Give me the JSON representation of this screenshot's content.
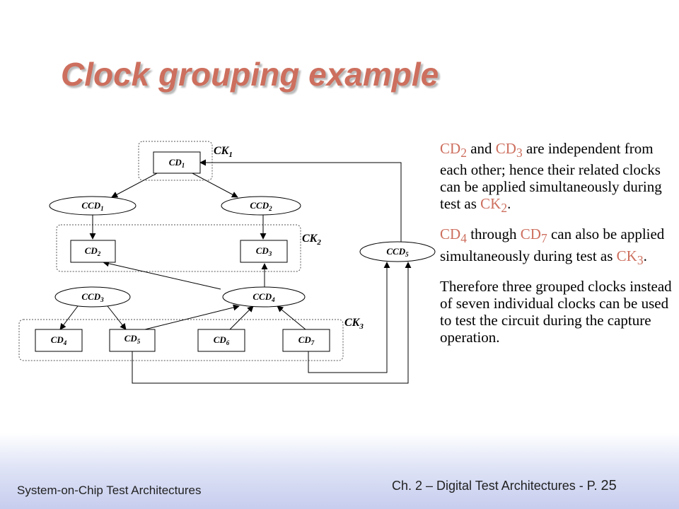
{
  "slide": {
    "title": "Clock grouping example"
  },
  "diagram": {
    "nodes": {
      "cd1": {
        "base": "CD",
        "sub": "1"
      },
      "ccd1": {
        "base": "CCD",
        "sub": "1"
      },
      "ccd2": {
        "base": "CCD",
        "sub": "2"
      },
      "cd2": {
        "base": "CD",
        "sub": "2"
      },
      "cd3": {
        "base": "CD",
        "sub": "3"
      },
      "ccd5": {
        "base": "CCD",
        "sub": "5"
      },
      "ccd3": {
        "base": "CCD",
        "sub": "3"
      },
      "ccd4": {
        "base": "CCD",
        "sub": "4"
      },
      "cd4": {
        "base": "CD",
        "sub": "4"
      },
      "cd5": {
        "base": "CD",
        "sub": "5"
      },
      "cd6": {
        "base": "CD",
        "sub": "6"
      },
      "cd7": {
        "base": "CD",
        "sub": "7"
      }
    },
    "clock_groups": {
      "ck1": {
        "base": "CK",
        "sub": "1"
      },
      "ck2": {
        "base": "CK",
        "sub": "2"
      },
      "ck3": {
        "base": "CK",
        "sub": "3"
      }
    }
  },
  "text": {
    "p1": {
      "a_base": "CD",
      "a_sub": "2",
      "mid1": " and ",
      "b_base": "CD",
      "b_sub": "3",
      "mid2": " are independent from each other; hence their related clocks can be applied simultaneously during test as ",
      "c_base": "CK",
      "c_sub": "2",
      "end": "."
    },
    "p2": {
      "a_base": "CD",
      "a_sub": "4",
      "mid1": " through ",
      "b_base": "CD",
      "b_sub": "7",
      "mid2": " can also be applied simultaneously during test as ",
      "c_base": "CK",
      "c_sub": "3",
      "end": "."
    },
    "p3": "Therefore three grouped clocks instead of seven individual clocks can be used to test the circuit during the capture operation."
  },
  "footer": {
    "left": "System-on-Chip Test Architectures",
    "right_prefix": "Ch. 2 – Digital Test Architectures - P.",
    "page": "25"
  },
  "colors": {
    "accent": "#cd6f5e",
    "footer_gradient": "#c7cdee"
  }
}
